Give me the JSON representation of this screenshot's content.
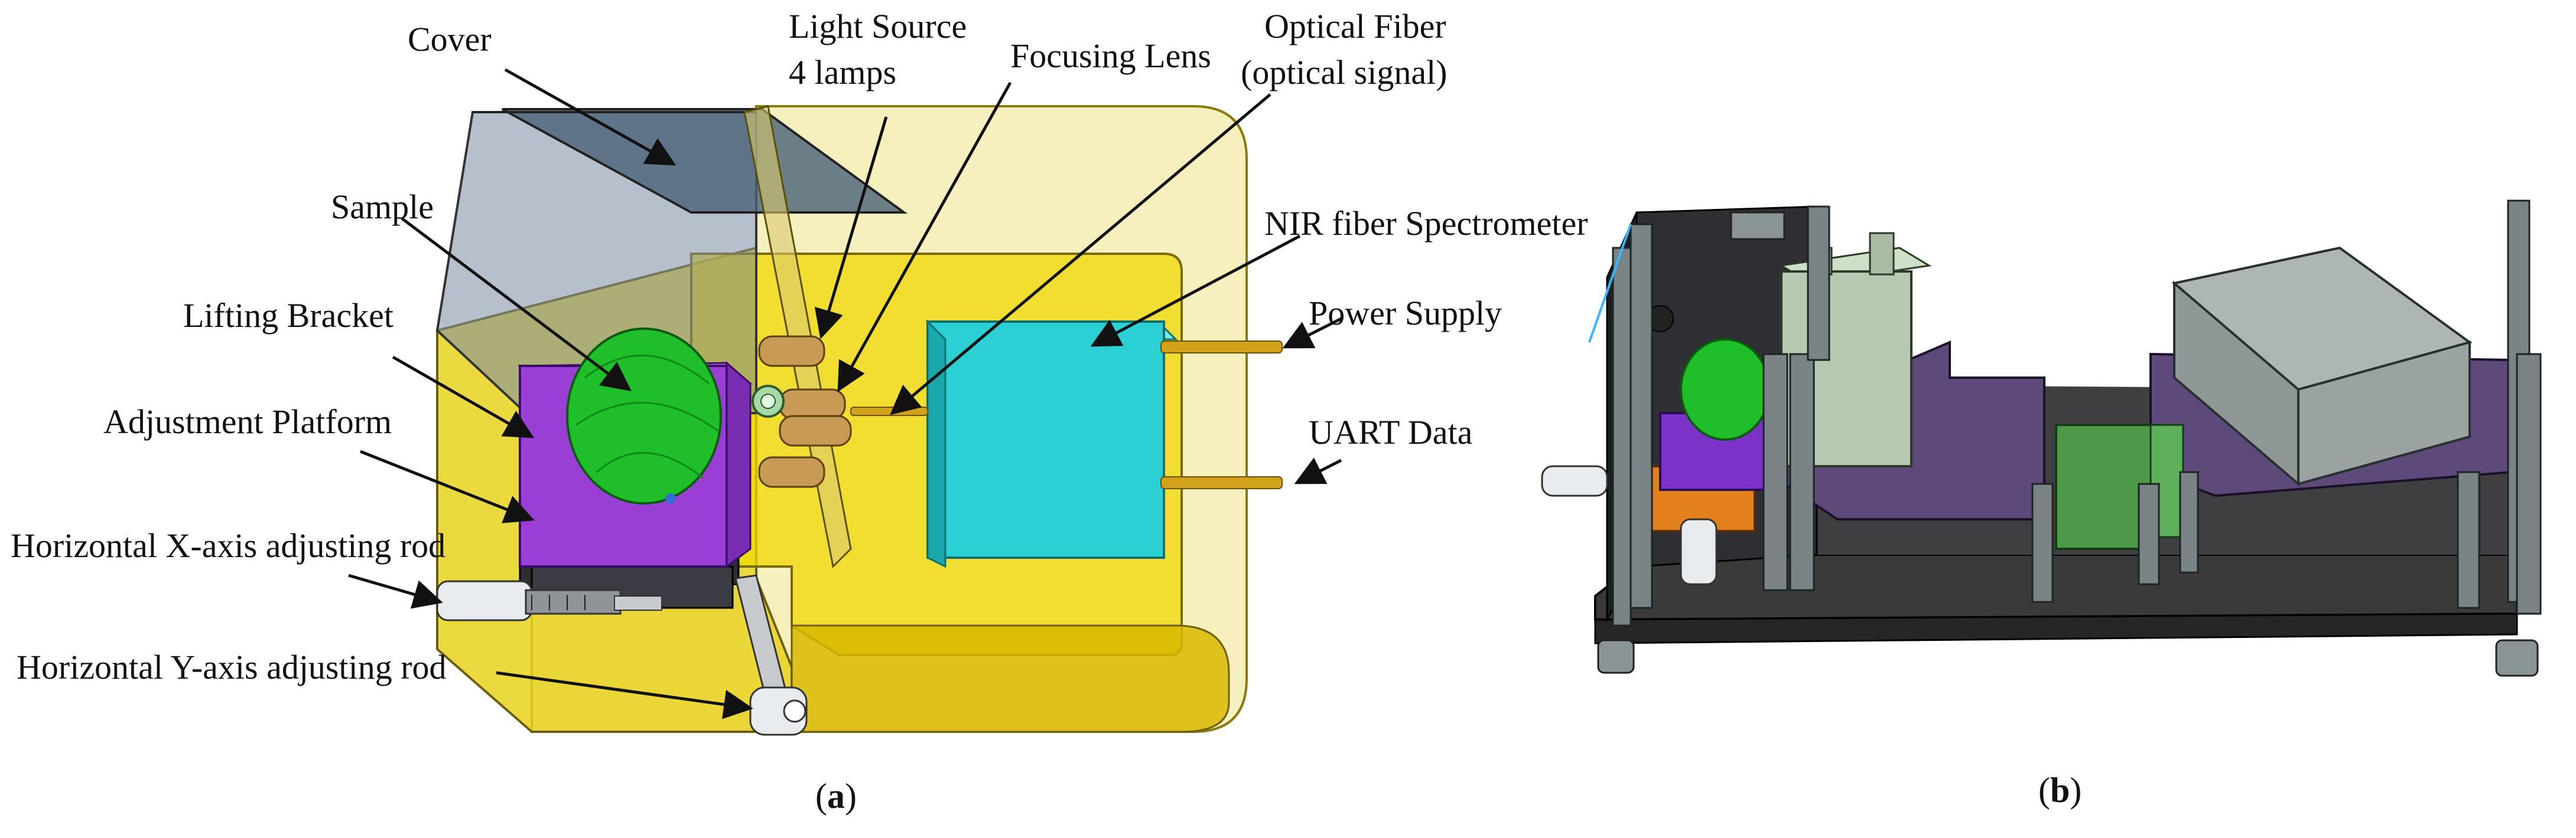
{
  "panel_a": {
    "labels": {
      "cover": "Cover",
      "light_source_line1": "Light Source",
      "light_source_line2": "4 lamps",
      "focusing_lens": "Focusing Lens",
      "optical_fiber_line1": "Optical Fiber",
      "optical_fiber_line2": "(optical signal)",
      "sample": "Sample",
      "lifting_bracket": "Lifting Bracket",
      "adjustment_platform": "Adjustment Platform",
      "nir_spectrometer": "NIR fiber Spectrometer",
      "power_supply": "Power Supply",
      "uart_data": "UART Data",
      "x_rod": "Horizontal X-axis adjusting rod",
      "y_rod": "Horizontal Y-axis adjusting rod"
    },
    "caption_letter": "a"
  },
  "panel_b": {
    "caption_letter": "b"
  },
  "colors": {
    "housing_yellow": "#e8d21e",
    "spectrometer_cyan": "#2ad0d4",
    "sample_green": "#1fbf2a",
    "platform_purple": "#9a3fd6",
    "base_dark": "#3a3a3a",
    "board_purple": "#5e4a7a",
    "box_gray": "#9aa3a2",
    "module_sage": "#b7c9b1",
    "module_green": "#4e9a4a",
    "mount_orange": "#e2801e"
  }
}
